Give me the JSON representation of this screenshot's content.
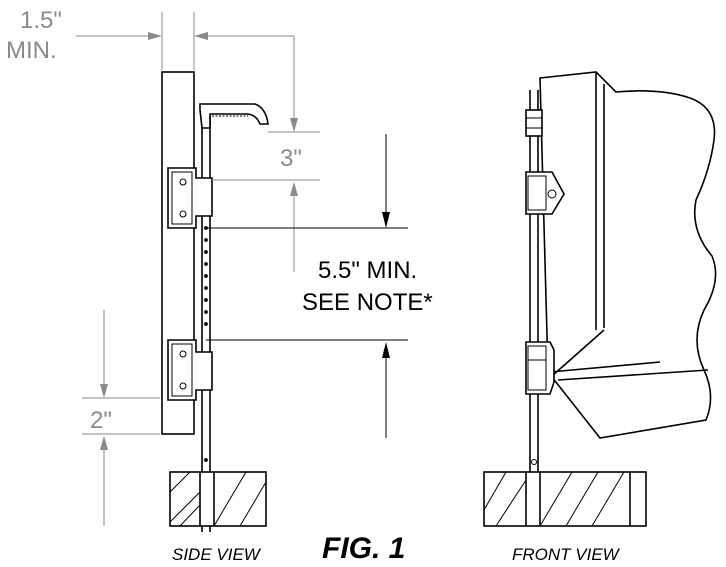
{
  "dimensions": {
    "gap_value": "1.5\"",
    "gap_min": "MIN.",
    "top_offset": "3\"",
    "hinge_spacing_line1": "5.5\" MIN.",
    "hinge_spacing_line2": "SEE NOTE*",
    "bottom_offset": "2\""
  },
  "captions": {
    "side_view": "SIDE VIEW",
    "figure_label": "FIG. 1",
    "front_view": "FRONT VIEW"
  },
  "colors": {
    "dimension_gray": "#8a8a8a",
    "line_black": "#000000"
  }
}
